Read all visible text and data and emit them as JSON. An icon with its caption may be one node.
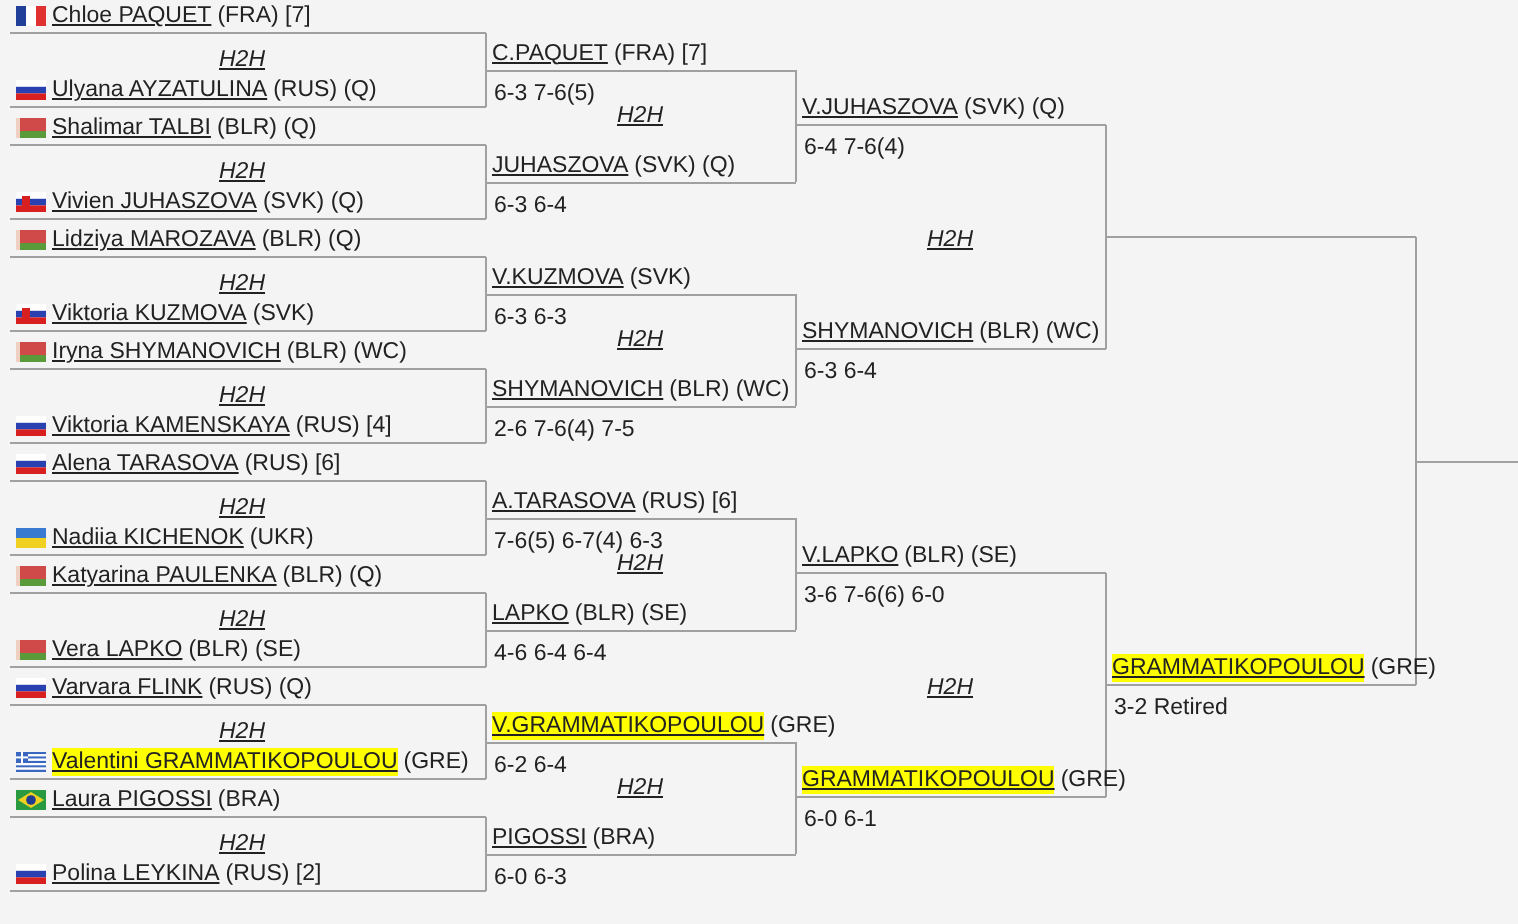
{
  "diagram": {
    "nodes": [
      {
        "text": [
          "Chloe PAQUET",
          "(FRA) [7]"
        ]
      },
      {
        "text": [
          "Ulyana AYZATULINA",
          "(RUS) (Q)"
        ]
      },
      {
        "text": [
          "Shalimar TALBI",
          "(BLR) (Q)"
        ]
      },
      {
        "text": [
          "Vivien JUHASZOVA",
          "(SVK) (Q)"
        ]
      },
      {
        "text": [
          "Lidziya MAROZAVA",
          "(BLR) (Q)"
        ]
      },
      {
        "text": [
          "Viktoria KUZMOVA",
          "(SVK)"
        ]
      },
      {
        "text": [
          "Iryna SHYMANOVICH",
          "(BLR) (WC)"
        ]
      },
      {
        "text": [
          "Viktoria KAMENSKAYA",
          "(RUS) [4]"
        ]
      },
      {
        "text": [
          "Alena TARASOVA",
          "(RUS) [6]"
        ]
      },
      {
        "text": [
          "Nadiia KICHENOK",
          "(UKR)"
        ]
      },
      {
        "text": [
          "Katyarina PAULENKA",
          "(BLR) (Q)"
        ]
      },
      {
        "text": [
          "Vera LAPKO",
          "(BLR) (SE)"
        ]
      },
      {
        "text": [
          "Varvara FLINK",
          "(RUS) (Q)"
        ]
      },
      {
        "text": [
          "Valentini GRAMMATIKOPOULOU",
          "(GRE)"
        ]
      },
      {
        "text": [
          "Laura PIGOSSI",
          "(BRA)"
        ]
      },
      {
        "text": [
          "Polina LEYKINA",
          "(RUS) [2]"
        ]
      },
      {
        "text": [
          "C.PAQUET",
          "(FRA) [7]"
        ],
        "beside": [
          "6-3 7-6(5)"
        ]
      },
      {
        "text": [
          "JUHASZOVA",
          "(SVK) (Q)"
        ],
        "beside": [
          "6-3 6-4"
        ]
      },
      {
        "text": [
          "V.KUZMOVA",
          "(SVK)"
        ],
        "beside": [
          "6-3 6-3"
        ]
      },
      {
        "text": [
          "SHYMANOVICH",
          "(BLR) (WC)"
        ],
        "beside": [
          "2-6 7-6(4) 7-5"
        ]
      },
      {
        "text": [
          "A.TARASOVA",
          "(RUS) [6]"
        ],
        "beside": [
          "7-6(5) 6-7(4) 6-3"
        ]
      },
      {
        "text": [
          "LAPKO",
          "(BLR) (SE)"
        ],
        "beside": [
          "4-6 6-4 6-4"
        ]
      },
      {
        "text": [
          "V.GRAMMATIKOPOULOU",
          "(GRE)"
        ],
        "beside": [
          "6-2 6-4"
        ]
      },
      {
        "text": [
          "PIGOSSI",
          "(BRA)"
        ],
        "beside": [
          "6-0 6-3"
        ]
      },
      {
        "text": [
          "V.JUHASZOVA",
          "(SVK) (Q)"
        ],
        "beside": [
          "6-4 7-6(4)"
        ]
      },
      {
        "text": [
          "SHYMANOVICH",
          "(BLR) (WC)"
        ],
        "beside": [
          "6-3 6-4"
        ]
      },
      {
        "text": [
          "V.LAPKO",
          "(BLR) (SE)"
        ],
        "beside": [
          "3-6 7-6(6) 6-0"
        ]
      },
      {
        "text": [
          "GRAMMATIKOPOULOU",
          "(GRE)"
        ],
        "beside": [
          "6-0 6-1"
        ]
      },
      {
        "text": [],
        "shape": "line"
      },
      {
        "text": [
          "GRAMMATIKOPOULOU",
          "(GRE)"
        ],
        "beside": [
          "3-2 Retired"
        ]
      }
    ],
    "edges": [
      {
        "from": 0,
        "to": 16,
        "arrow": "none"
      },
      {
        "from": 1,
        "to": 16,
        "arrow": "none"
      },
      {
        "from": 2,
        "to": 17,
        "arrow": "none"
      },
      {
        "from": 3,
        "to": 17,
        "arrow": "none"
      },
      {
        "from": 4,
        "to": 18,
        "arrow": "none"
      },
      {
        "from": 5,
        "to": 18,
        "arrow": "none"
      },
      {
        "from": 6,
        "to": 19,
        "arrow": "none"
      },
      {
        "from": 7,
        "to": 19,
        "arrow": "none"
      },
      {
        "from": 8,
        "to": 20,
        "arrow": "none"
      },
      {
        "from": 9,
        "to": 20,
        "arrow": "none"
      },
      {
        "from": 10,
        "to": 21,
        "arrow": "none"
      },
      {
        "from": 11,
        "to": 21,
        "arrow": "none"
      },
      {
        "from": 12,
        "to": 22,
        "arrow": "none"
      },
      {
        "from": 13,
        "to": 22,
        "arrow": "none"
      },
      {
        "from": 14,
        "to": 23,
        "arrow": "none"
      },
      {
        "from": 15,
        "to": 23,
        "arrow": "none"
      },
      {
        "from": 16,
        "to": 24,
        "arrow": "none"
      },
      {
        "from": 17,
        "to": 24,
        "arrow": "none"
      },
      {
        "from": 18,
        "to": 25,
        "arrow": "none"
      },
      {
        "from": 19,
        "to": 25,
        "arrow": "none"
      },
      {
        "from": 20,
        "to": 26,
        "arrow": "none"
      },
      {
        "from": 21,
        "to": 26,
        "arrow": "none"
      },
      {
        "from": 22,
        "to": 27,
        "arrow": "none"
      },
      {
        "from": 23,
        "to": 27,
        "arrow": "none"
      },
      {
        "from": 24,
        "to": 28,
        "arrow": "none"
      },
      {
        "from": 25,
        "to": 28,
        "arrow": "none"
      },
      {
        "from": 26,
        "to": 29,
        "arrow": "none"
      },
      {
        "from": 27,
        "to": 29,
        "arrow": "none"
      },
      {
        "from": 28,
        "to": null,
        "arrow": "none"
      },
      {
        "from": 29,
        "to": null,
        "arrow": "none"
      }
    ],
    "labels": [
      "H2H",
      "H2H",
      "H2H",
      "H2H",
      "H2H",
      "H2H",
      "H2H",
      "H2H",
      "H2H",
      "H2H",
      "H2H",
      "H2H",
      "H2H",
      "H2H"
    ]
  }
}
